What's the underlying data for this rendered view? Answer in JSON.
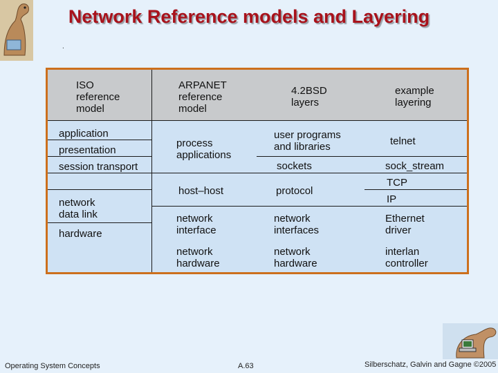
{
  "slide": {
    "title": "Network Reference models and Layering",
    "dot": ".",
    "footer_left": "Operating System Concepts",
    "footer_center": "A.63",
    "footer_right": "Silberschatz, Galvin and Gagne ©2005"
  },
  "table": {
    "headers": {
      "iso": "ISO\nreference\nmodel",
      "arpanet": "ARPANET\nreference\nmodel",
      "bsd": "4.2BSD\nlayers",
      "example": "example\nlayering"
    },
    "iso_layers": [
      "application",
      "presentation",
      "session transport",
      "network\ndata link",
      "hardware"
    ],
    "arpanet_layers": [
      "process\napplications",
      "host–host",
      "network\ninterface",
      "network\nhardware"
    ],
    "bsd_layers": [
      "user programs\nand libraries",
      "sockets",
      "protocol",
      "network\ninterfaces",
      "network\nhardware"
    ],
    "example_layers": [
      "telnet",
      "sock_stream",
      "TCP",
      "IP",
      "Ethernet\ndriver",
      "interlan\ncontroller"
    ]
  },
  "colors": {
    "title": "#a8121b",
    "border": "#cc6f1c",
    "header_bg": "#c8cacc",
    "body_bg": "#cfe2f4",
    "slide_bg": "#e6f1fb"
  }
}
